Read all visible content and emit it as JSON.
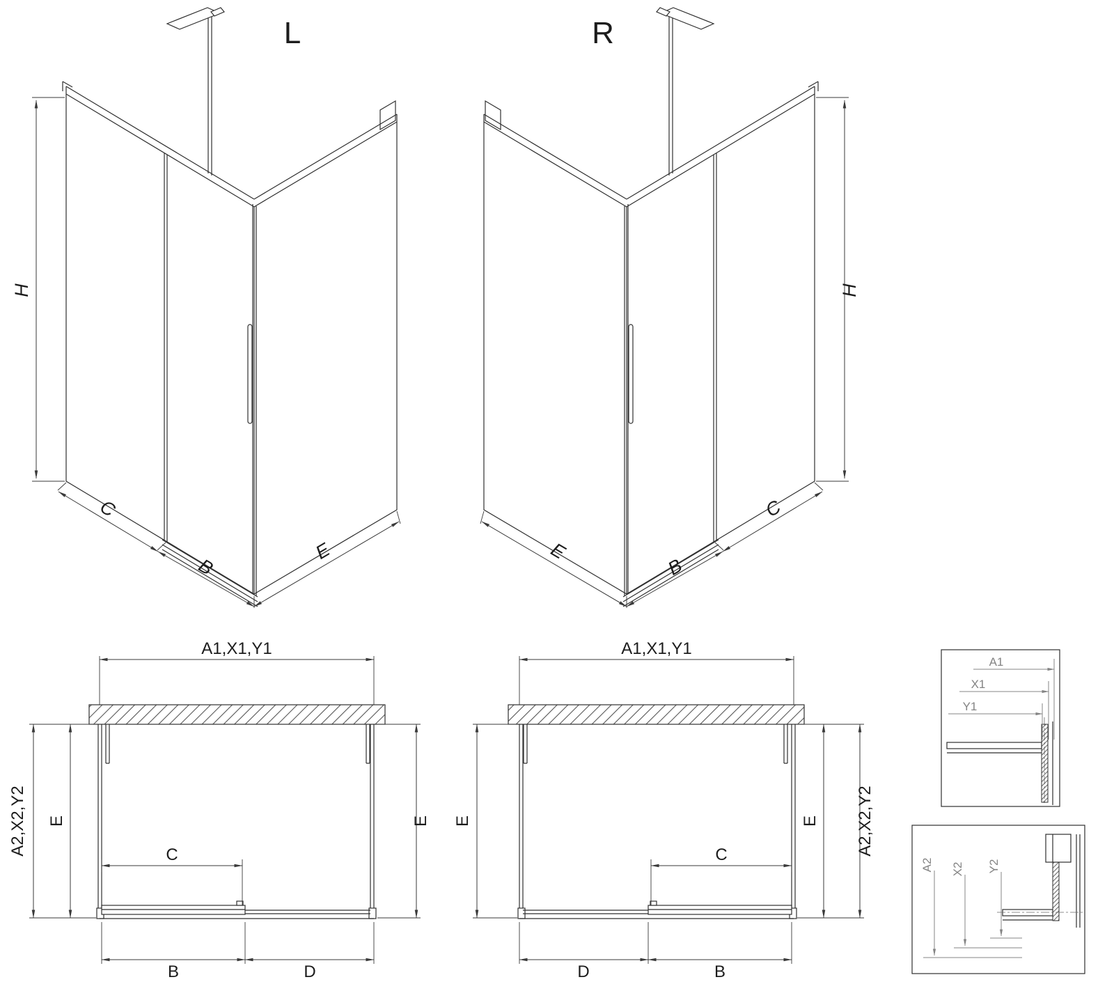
{
  "page": {
    "line_color": "#2f2f2f",
    "dim_color": "#3a3a3a",
    "detail_label_color": "#848484",
    "background": "#ffffff"
  },
  "iso_left": {
    "view_label": "L",
    "dim_height": "H",
    "dim_side": "C",
    "dim_door": "B",
    "dim_return": "E"
  },
  "iso_right": {
    "view_label": "R",
    "dim_height": "H",
    "dim_side": "C",
    "dim_door": "B",
    "dim_return": "E"
  },
  "plan_left": {
    "dim_width_top": "A1,X1,Y1",
    "dim_depth_outer_left": "A2,X2,Y2",
    "dim_depth_inner_left": "E",
    "dim_depth_right": "E",
    "dim_opening": "C",
    "dim_door_bottom": "B",
    "dim_fixed_bottom": "D"
  },
  "plan_right": {
    "dim_width_top": "A1,X1,Y1",
    "dim_depth_left": "E",
    "dim_depth_inner_right": "E",
    "dim_depth_outer_right": "A2,X2,Y2",
    "dim_opening": "C",
    "dim_fixed_bottom": "D",
    "dim_door_bottom": "B"
  },
  "detail_top": {
    "label_a1": "A1",
    "label_x1": "X1",
    "label_y1": "Y1"
  },
  "detail_bottom": {
    "label_a2": "A2",
    "label_x2": "X2",
    "label_y2": "Y2"
  }
}
